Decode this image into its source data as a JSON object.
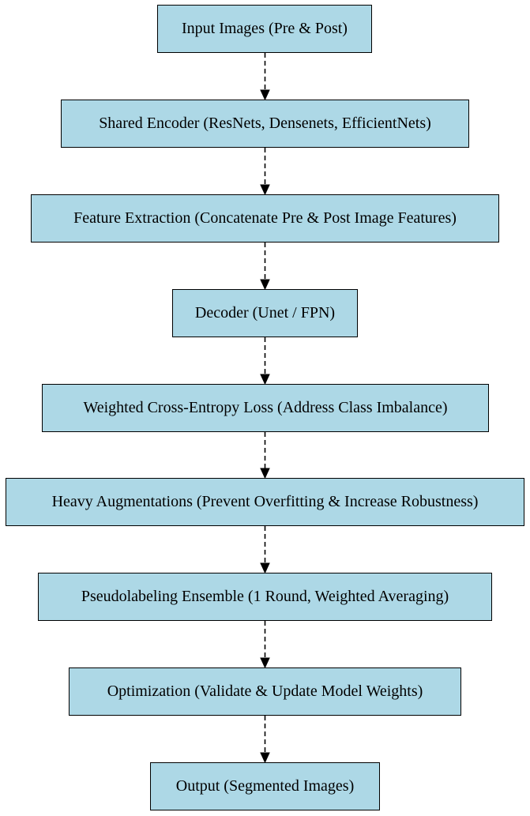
{
  "colors": {
    "node_fill": "#add8e6",
    "node_border": "#000000",
    "edge": "#000000",
    "background": "#ffffff"
  },
  "edge_style": "dashed-arrow",
  "nodes": [
    {
      "id": "input",
      "label": "Input Images (Pre & Post)"
    },
    {
      "id": "encoder",
      "label": "Shared Encoder (ResNets, Densenets, EfficientNets)"
    },
    {
      "id": "feature",
      "label": "Feature Extraction (Concatenate Pre & Post Image Features)"
    },
    {
      "id": "decoder",
      "label": "Decoder (Unet / FPN)"
    },
    {
      "id": "loss",
      "label": "Weighted Cross-Entropy Loss (Address Class Imbalance)"
    },
    {
      "id": "augment",
      "label": "Heavy Augmentations (Prevent Overfitting & Increase Robustness)"
    },
    {
      "id": "pseudo",
      "label": "Pseudolabeling Ensemble (1 Round, Weighted Averaging)"
    },
    {
      "id": "optim",
      "label": "Optimization (Validate & Update Model Weights)"
    },
    {
      "id": "output",
      "label": "Output (Segmented Images)"
    }
  ],
  "edges": [
    {
      "from": "input",
      "to": "encoder"
    },
    {
      "from": "encoder",
      "to": "feature"
    },
    {
      "from": "feature",
      "to": "decoder"
    },
    {
      "from": "decoder",
      "to": "loss"
    },
    {
      "from": "loss",
      "to": "augment"
    },
    {
      "from": "augment",
      "to": "pseudo"
    },
    {
      "from": "pseudo",
      "to": "optim"
    },
    {
      "from": "optim",
      "to": "output"
    }
  ]
}
